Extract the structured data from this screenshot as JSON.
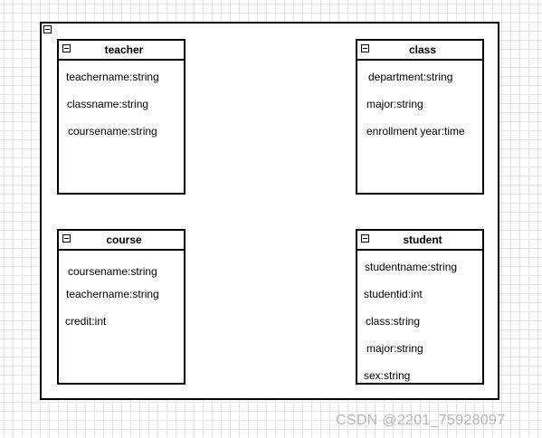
{
  "entities": {
    "teacher": {
      "title": "teacher",
      "attributes": [
        "teachername:string",
        "classname:string",
        "coursename:string"
      ]
    },
    "class": {
      "title": "class",
      "attributes": [
        "department:string",
        "major:string",
        "enrollment year:time"
      ]
    },
    "course": {
      "title": "course",
      "attributes": [
        "coursename:string",
        "teachername:string",
        "credit:int"
      ]
    },
    "student": {
      "title": "student",
      "attributes": [
        "studentname:string",
        "studentid:int",
        "class:string",
        "major:string",
        "sex:string"
      ]
    }
  },
  "icons": {
    "toggle": "collapse-minus-icon"
  },
  "watermark": "CSDN @2201_75928097"
}
